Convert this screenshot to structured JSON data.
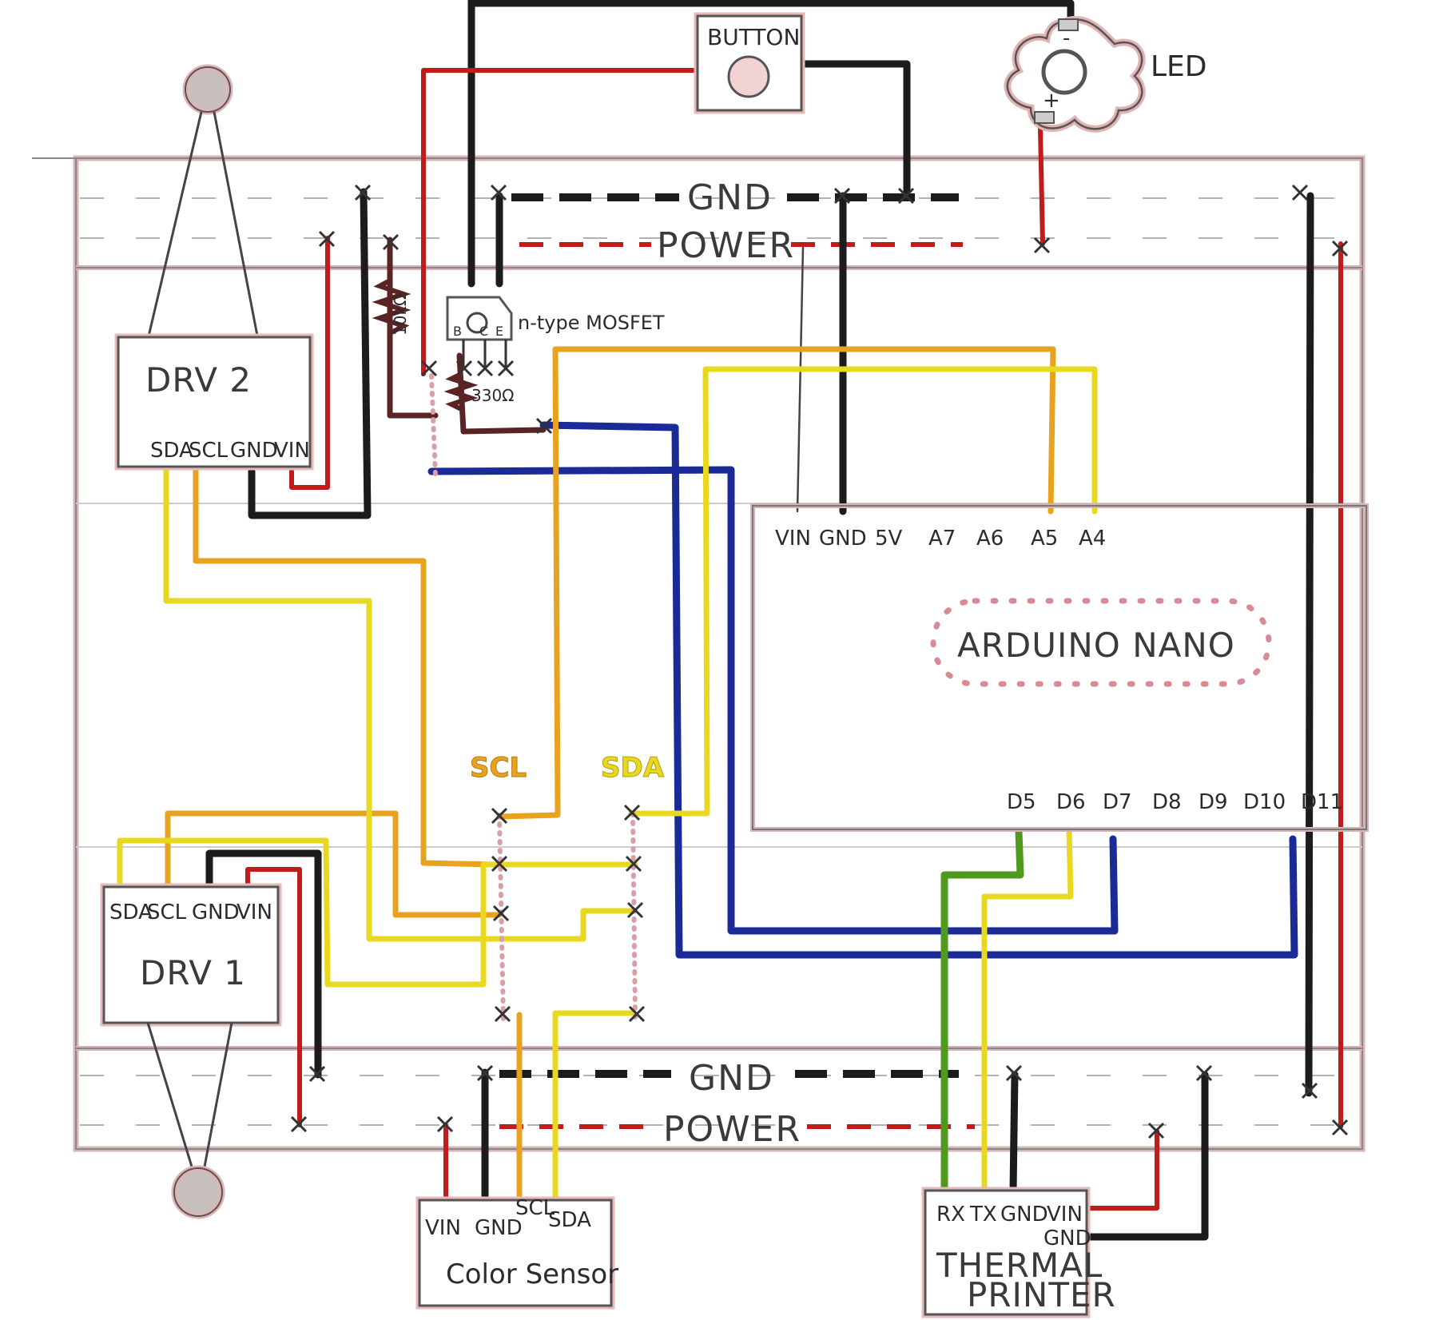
{
  "components": {
    "button": {
      "label": "BUTTON"
    },
    "led": {
      "label": "LED",
      "minus": "-",
      "plus": "+"
    },
    "mosfet": {
      "label": "n-type MOSFET",
      "pins": [
        "B",
        "C",
        "E"
      ]
    },
    "resistor_10k": {
      "label": "10kΩ"
    },
    "resistor_330": {
      "label": "330Ω"
    },
    "drv2": {
      "label": "DRV 2",
      "pins": [
        "SDA",
        "SCL",
        "GND",
        "VIN"
      ]
    },
    "drv1": {
      "label": "DRV 1",
      "pins": [
        "SDA",
        "SCL",
        "GND",
        "VIN"
      ]
    },
    "arduino": {
      "label": "ARDUINO NANO",
      "top_pins": [
        "VIN",
        "GND",
        "5V",
        "A7",
        "A6",
        "A5",
        "A4"
      ],
      "bottom_pins": [
        "D5",
        "D6",
        "D7",
        "D8",
        "D9",
        "D10",
        "D11"
      ]
    },
    "color_sensor": {
      "label": "Color Sensor",
      "pins": [
        "VIN",
        "GND",
        "SCL",
        "SDA"
      ]
    },
    "thermal_printer": {
      "label_line1": "THERMAL",
      "label_line2": "PRINTER",
      "pins": [
        "RX",
        "TX",
        "GND",
        "VIN"
      ],
      "side_pin": "GND"
    }
  },
  "rails": {
    "top_gnd": "GND",
    "top_power": "POWER",
    "bottom_gnd": "GND",
    "bottom_power": "POWER"
  },
  "bus_labels": {
    "scl": "SCL",
    "sda": "SDA"
  },
  "wire_colors": {
    "ground": "#1c1c1c",
    "power": "#c01c1c",
    "sda": "#e9d820",
    "scl": "#e7a21f",
    "signal": "#1a2a96",
    "rx": "#4f9a1e"
  }
}
